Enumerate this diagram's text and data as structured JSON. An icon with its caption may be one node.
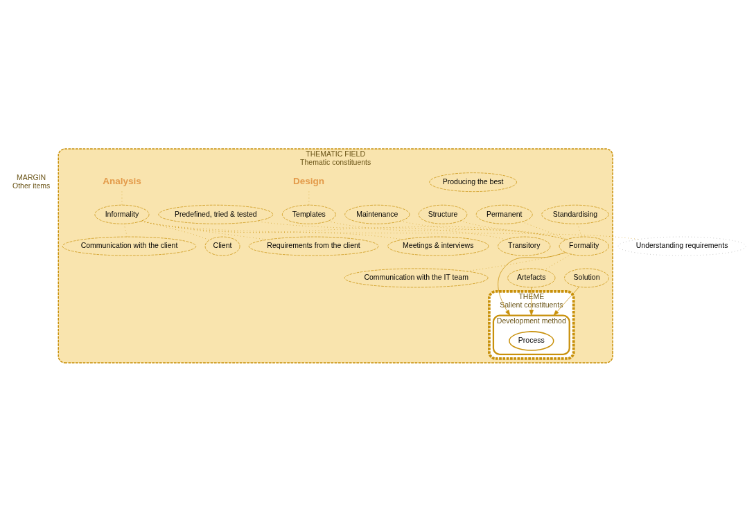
{
  "diagram": {
    "nodes": [
      {
        "text": [
          "THEMATIC FIELD",
          "Thematic constituents"
        ]
      },
      {
        "text": [
          "THEME",
          "Salient constituents"
        ],
        "in": 0
      },
      {
        "text": [
          "Development method"
        ],
        "in": 1
      },
      {
        "text": [
          "Process"
        ],
        "in": 2
      },
      {
        "text": [
          "Producing the best"
        ],
        "in": 0
      },
      {
        "text": [
          "Design"
        ],
        "in": 0
      },
      {
        "text": [
          "Predefined, tried & tested"
        ],
        "in": 0
      },
      {
        "text": [
          "Standardising"
        ],
        "in": 0
      },
      {
        "text": [
          "Permanent"
        ],
        "in": 0
      },
      {
        "text": [
          "Structure"
        ],
        "in": 0
      },
      {
        "text": [
          "Maintenance"
        ],
        "in": 0
      },
      {
        "text": [
          "Templates"
        ],
        "in": 0
      },
      {
        "text": [
          "Formality"
        ],
        "in": 0
      },
      {
        "text": [
          "Communication with the IT team"
        ],
        "in": 0
      },
      {
        "text": [
          "Artefacts"
        ],
        "in": 0
      },
      {
        "text": [
          "Solution"
        ],
        "in": 0
      },
      {
        "text": [
          "Analysis"
        ],
        "in": 0
      },
      {
        "text": [
          "Informality"
        ],
        "in": 0
      },
      {
        "text": [
          "Transitory"
        ],
        "in": 0
      },
      {
        "text": [
          "Communication with the client"
        ],
        "in": 0
      },
      {
        "text": [
          "Client"
        ],
        "in": 0
      },
      {
        "text": [
          "Requirements from the client"
        ],
        "in": 0
      },
      {
        "text": [
          "Meetings & interviews"
        ],
        "in": 0
      },
      {
        "text": [
          "Understanding requirements"
        ]
      }
    ],
    "edges": [
      {
        "from": 6,
        "to": 12,
        "arrow": "none",
        "style": "dashed"
      },
      {
        "from": 7,
        "to": 12,
        "arrow": "none",
        "style": "dashed"
      },
      {
        "from": 8,
        "to": 12,
        "arrow": "none",
        "style": "dashed"
      },
      {
        "from": 9,
        "to": 12,
        "arrow": "none",
        "style": "dashed"
      },
      {
        "from": 10,
        "to": 12,
        "arrow": "none",
        "style": "dashed"
      },
      {
        "from": 11,
        "to": 12,
        "arrow": "none",
        "style": "dashed"
      },
      {
        "from": 12,
        "to": 13,
        "arrow": "none",
        "style": "dashed"
      },
      {
        "from": 12,
        "to": 14,
        "arrow": "none",
        "style": "dashed"
      },
      {
        "from": 5,
        "to": 11,
        "arrow": "none",
        "style": "dashed"
      },
      {
        "from": 12,
        "to": 2,
        "arrow": "to"
      },
      {
        "from": 14,
        "to": 2,
        "arrow": "to"
      },
      {
        "from": 15,
        "to": 2,
        "arrow": "to"
      },
      {
        "from": 16,
        "to": 17,
        "arrow": "none",
        "style": "dashed"
      },
      {
        "from": 17,
        "to": 18,
        "arrow": "none",
        "style": "dashed"
      },
      {
        "from": 17,
        "to": 19,
        "arrow": "none",
        "style": "dashed"
      },
      {
        "from": 17,
        "to": 20,
        "arrow": "none",
        "style": "dashed"
      },
      {
        "from": 17,
        "to": 21,
        "arrow": "none",
        "style": "dashed"
      },
      {
        "from": 17,
        "to": 22,
        "arrow": "none",
        "style": "dashed"
      },
      {
        "from": 17,
        "to": 23,
        "arrow": "none",
        "style": "dashed"
      }
    ],
    "labels": [
      "MARGIN",
      "Other items"
    ]
  }
}
